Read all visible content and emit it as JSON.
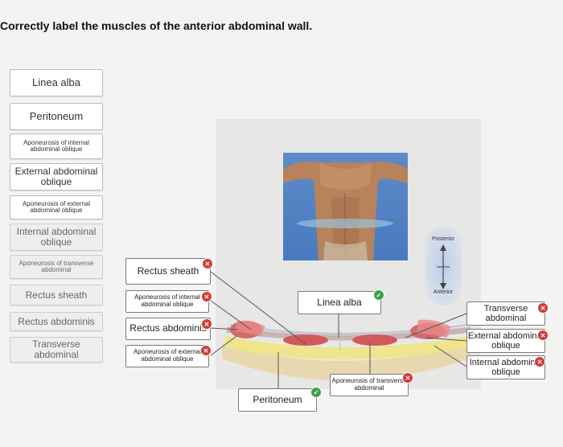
{
  "title": "Correctly label the muscles of the anterior abdominal wall.",
  "bank": [
    {
      "label": "Linea alba",
      "size": "big",
      "faded": false
    },
    {
      "label": "Peritoneum",
      "size": "big",
      "faded": false
    },
    {
      "label": "Aponeurosis of internal abdominal oblique",
      "size": "small",
      "faded": false
    },
    {
      "label": "External abdominal oblique",
      "size": "mid",
      "faded": false
    },
    {
      "label": "Aponeurosis of external abdominal oblique",
      "size": "small",
      "faded": false
    },
    {
      "label": "Internal abdominal oblique",
      "size": "mid",
      "faded": true
    },
    {
      "label": "Aponeurosis of transverse abdominal",
      "size": "small",
      "faded": true
    },
    {
      "label": "Rectus sheath",
      "size": "mid",
      "faded": true
    },
    {
      "label": "Rectus abdominis",
      "size": "mid",
      "faded": true
    },
    {
      "label": "Transverse abdominal",
      "size": "mid",
      "faded": true
    }
  ],
  "orientation": {
    "posterior": "Posterior",
    "anterior": "Anterior"
  },
  "targets": [
    {
      "label": "Rectus sheath",
      "status": "incorrect"
    },
    {
      "label": "Aponeurosis of internal abdominal oblique",
      "status": "incorrect"
    },
    {
      "label": "Rectus abdominis",
      "status": "incorrect"
    },
    {
      "label": "Aponeurosis of external abdominal oblique",
      "status": "incorrect"
    },
    {
      "label": "Peritoneum",
      "status": "correct"
    },
    {
      "label": "Linea alba",
      "status": "correct"
    },
    {
      "label": "Aponeurosis of transverse abdominal",
      "status": "incorrect"
    },
    {
      "label": "Transverse abdominal",
      "status": "incorrect"
    },
    {
      "label": "External abdominal oblique",
      "status": "incorrect"
    },
    {
      "label": "Internal abdominal oblique",
      "status": "incorrect"
    }
  ],
  "marks": {
    "incorrect": "✕",
    "correct": "✓"
  },
  "colors": {
    "incorrect": "#d33a3a",
    "correct": "#3aa34a"
  }
}
